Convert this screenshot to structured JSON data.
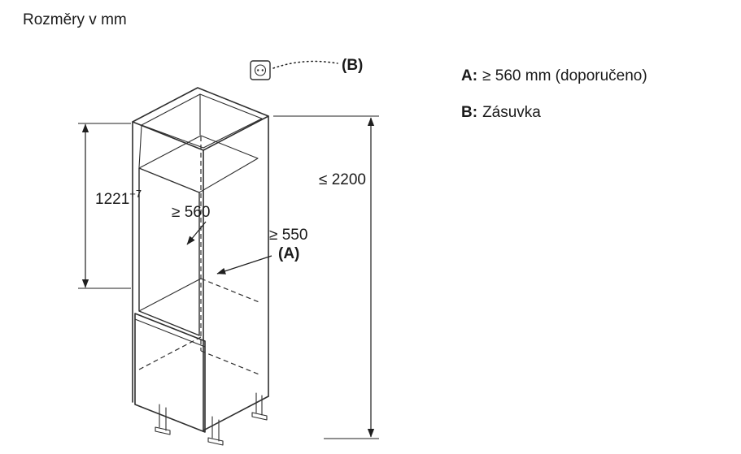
{
  "title": "Rozměry v mm",
  "dims": {
    "niche_height": "1221",
    "niche_height_tolerance": "+7",
    "niche_depth": "≥ 560",
    "cabinet_depth": "≥ 550",
    "cabinet_depth_ref": "(A)",
    "max_height": "≤ 2200",
    "socket_ref": "(B)"
  },
  "legend": {
    "a_key": "A:",
    "a_value": "≥ 560 mm (doporučeno)",
    "b_key": "B:",
    "b_value": "Zásuvka"
  },
  "icons": {
    "socket": "power-socket-outlet"
  },
  "colors": {
    "line": "#2e2e2e",
    "text": "#1a1a1a",
    "background": "#ffffff"
  }
}
